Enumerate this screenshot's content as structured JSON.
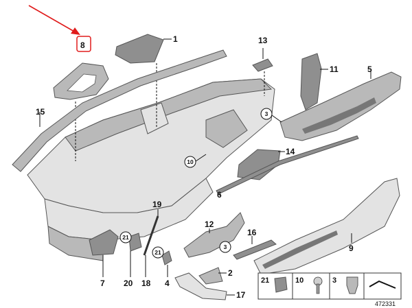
{
  "labels": {
    "l1": "1",
    "l2": "2",
    "l3": "3",
    "l4": "4",
    "l5": "5",
    "l6": "6",
    "l7": "7",
    "l8": "8",
    "l9": "9",
    "l11": "11",
    "l12": "12",
    "l13": "13",
    "l14": "14",
    "l15": "15",
    "l16": "16",
    "l17": "17",
    "l18": "18",
    "l19": "19",
    "l20": "20"
  },
  "circle_labels": {
    "c3a": "3",
    "c3b": "3",
    "c10": "10",
    "c21a": "21",
    "c21b": "21"
  },
  "kit": {
    "k21": "21",
    "k10": "10",
    "k3": "3"
  },
  "diagram_code": "472331",
  "colors": {
    "highlight": "#e01b1b",
    "ink": "#111111"
  }
}
